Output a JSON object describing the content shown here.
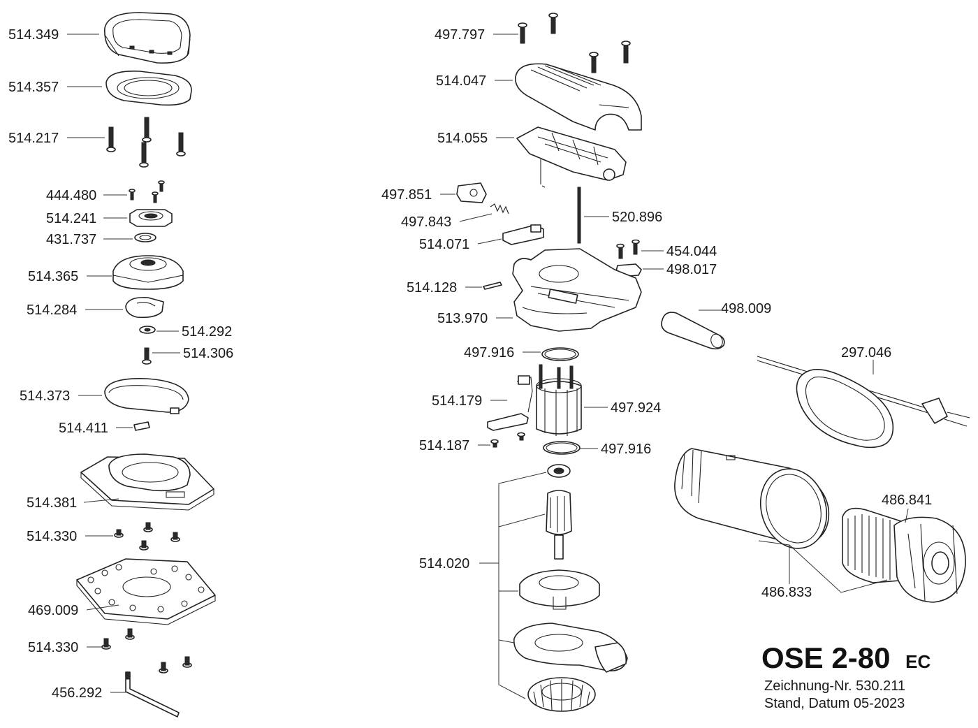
{
  "title_block": {
    "model": "OSE 2-80",
    "model_suffix": "EC",
    "drawing_number": "Zeichnung-Nr. 530.211",
    "status_date": "Stand, Datum 05-2023"
  },
  "parts": {
    "p514349": "514.349",
    "p514357": "514.357",
    "p514217": "514.217",
    "p444480": "444.480",
    "p514241": "514.241",
    "p431737": "431.737",
    "p514365": "514.365",
    "p514284": "514.284",
    "p514292": "514.292",
    "p514306": "514.306",
    "p514373": "514.373",
    "p514411": "514.411",
    "p514381": "514.381",
    "p514330a": "514.330",
    "p469009": "469.009",
    "p514330b": "514.330",
    "p456292": "456.292",
    "p497797": "497.797",
    "p514047": "514.047",
    "p514055": "514.055",
    "p497851": "497.851",
    "p497843": "497.843",
    "p520896": "520.896",
    "p514071": "514.071",
    "p454044": "454.044",
    "p498017": "498.017",
    "p514128": "514.128",
    "p498009": "498.009",
    "p513970": "513.970",
    "p497916a": "497.916",
    "p297046": "297.046",
    "p514179": "514.179",
    "p497924": "497.924",
    "p514187": "514.187",
    "p497916b": "497.916",
    "p486841": "486.841",
    "p514020": "514.020",
    "p486833": "486.833"
  }
}
